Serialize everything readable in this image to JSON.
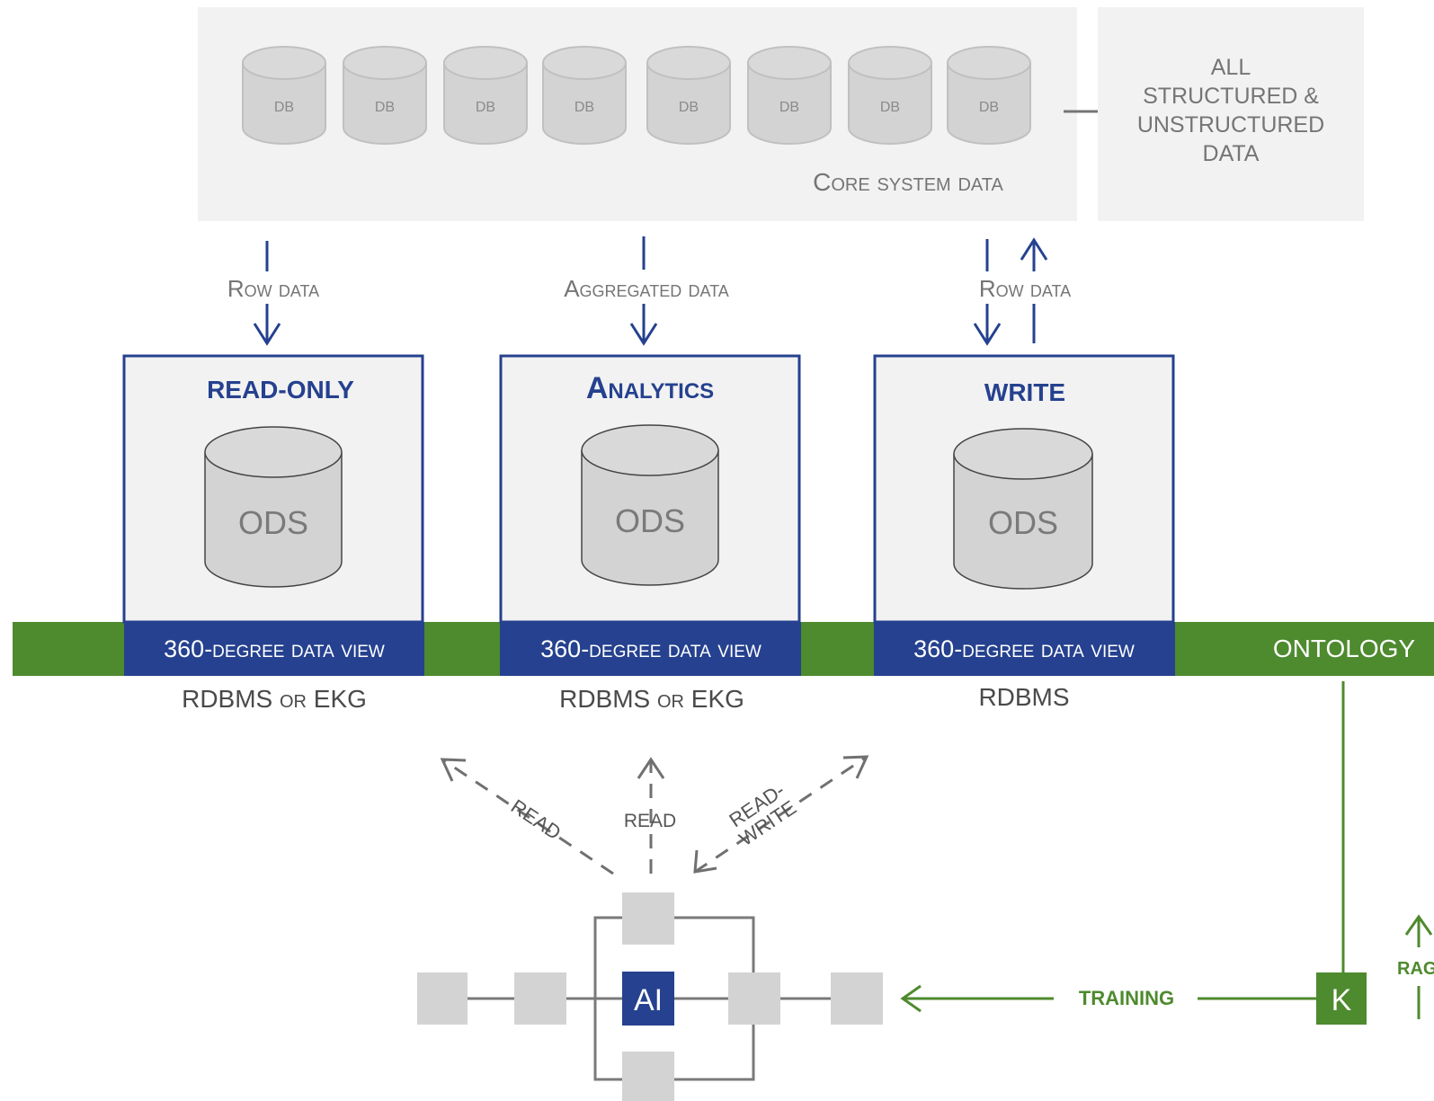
{
  "core": {
    "db_labels": [
      "DB",
      "DB",
      "DB",
      "DB",
      "DB",
      "DB",
      "DB",
      "DB"
    ],
    "title": "Core system data"
  },
  "unstructured": {
    "lines": [
      "ALL",
      "STRUCTURED &",
      "UNSTRUCTURED",
      "DATA"
    ]
  },
  "flows": {
    "readonly": "Row data",
    "analytics": "Aggregated data",
    "write": "Row data"
  },
  "boxes": [
    {
      "title": "READ-ONLY",
      "ods": "ODS",
      "view": "360-degree data view",
      "store": "RDBMS or EKG"
    },
    {
      "title": "Analytics",
      "ods": "ODS",
      "view": "360-degree data view",
      "store": "RDBMS or EKG"
    },
    {
      "title": "WRITE",
      "ods": "ODS",
      "view": "360-degree data view",
      "store": "RDBMS"
    }
  ],
  "ontology": "ONTOLOGY",
  "ai_access": {
    "left": "READ",
    "center": "READ",
    "right_line1": "READ-",
    "right_line2": "WRITE"
  },
  "ai": {
    "label": "AI"
  },
  "training": "TRAINING",
  "knowledge": "K",
  "rag": "RAG",
  "colors": {
    "blue": "#25418f",
    "green": "#4e8a2e",
    "panel": "#f2f2f2",
    "cylinder": "#d3d3d3"
  }
}
